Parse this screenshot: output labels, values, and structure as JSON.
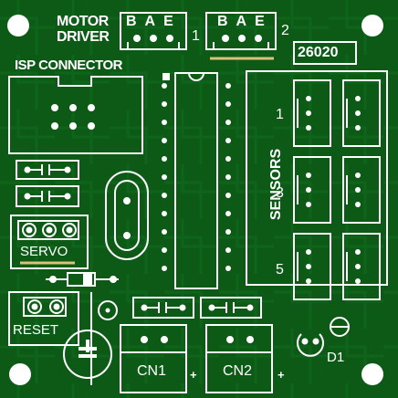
{
  "board": {
    "colors": {
      "board": "#0d5a17",
      "silkscreen": "#ffffff",
      "copper": "#d9c27a",
      "hole": "#0b3d12"
    },
    "motor_driver": {
      "label_line1": "MOTOR",
      "label_line2": "DRIVER",
      "pins": "BAE",
      "index": "1"
    },
    "motor_second": {
      "pins": "BAE",
      "index": "2"
    },
    "part_number": "26020",
    "isp": {
      "label": "ISP CONNECTOR"
    },
    "sensors": {
      "label": "SENSORS",
      "index_1": "1",
      "index_3": "3",
      "index_5": "5"
    },
    "servo": {
      "label": "SERVO"
    },
    "reset": {
      "label": "RESET"
    },
    "cn1": {
      "label": "CN1",
      "polarity": "+"
    },
    "cn2": {
      "label": "CN2",
      "polarity": "+"
    },
    "led": {
      "label": "D1"
    }
  }
}
